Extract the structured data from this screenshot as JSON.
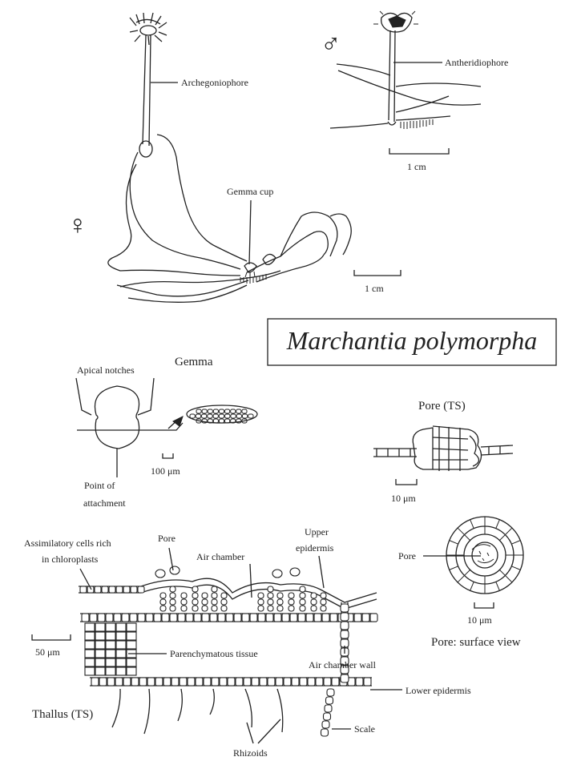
{
  "title": "Marchantia polymorpha",
  "female_symbol": "♀",
  "male_symbol": "♂",
  "plant_labels": {
    "archegoniophore": "Archegoniophore",
    "antheridiophore": "Antheridiophore",
    "gemma_cup": "Gemma cup",
    "scale_male": "1 cm",
    "scale_female": "1 cm"
  },
  "gemma": {
    "heading": "Gemma",
    "apical_notches": "Apical notches",
    "point_of_attachment_1": "Point of",
    "point_of_attachment_2": "attachment",
    "scale": "100 μm"
  },
  "pore_ts": {
    "heading": "Pore (TS)",
    "scale": "10 μm"
  },
  "pore_surface": {
    "heading": "Pore: surface view",
    "pore": "Pore",
    "scale": "10 μm"
  },
  "thallus": {
    "heading": "Thallus (TS)",
    "assimilatory_1": "Assimilatory cells rich",
    "assimilatory_2": "in chloroplasts",
    "pore": "Pore",
    "air_chamber": "Air chamber",
    "upper_epidermis_1": "Upper",
    "upper_epidermis_2": "epidermis",
    "parenchymatous": "Parenchymatous tissue",
    "air_chamber_wall": "Air chamber wall",
    "lower_epidermis": "Lower epidermis",
    "scale_bar": "50 μm",
    "scale_part": "Scale",
    "rhizoids": "Rhizoids"
  }
}
